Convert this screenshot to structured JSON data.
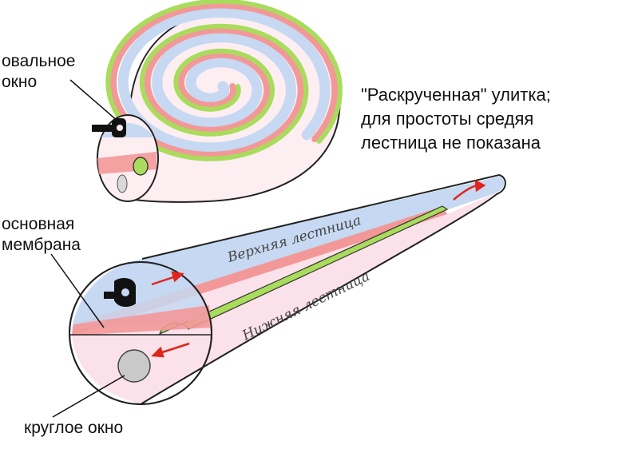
{
  "labels": {
    "oval_window": "овальное\nокно",
    "caption": "\"Раскрученная\" улитка;\nдля простоты средяя\nлестница не показана",
    "basilar_membrane": "основная\nмембрана",
    "round_window": "круглое окно",
    "upper_scala": "Верхняя лестница",
    "lower_scala": "Нижняя лестница"
  },
  "colors": {
    "upper_scala": "#c6d8f2",
    "middle_band": "#f39898",
    "membrane": "#a9dc5c",
    "lower_scala": "#f9dce6",
    "arrow": "#e0251c"
  }
}
